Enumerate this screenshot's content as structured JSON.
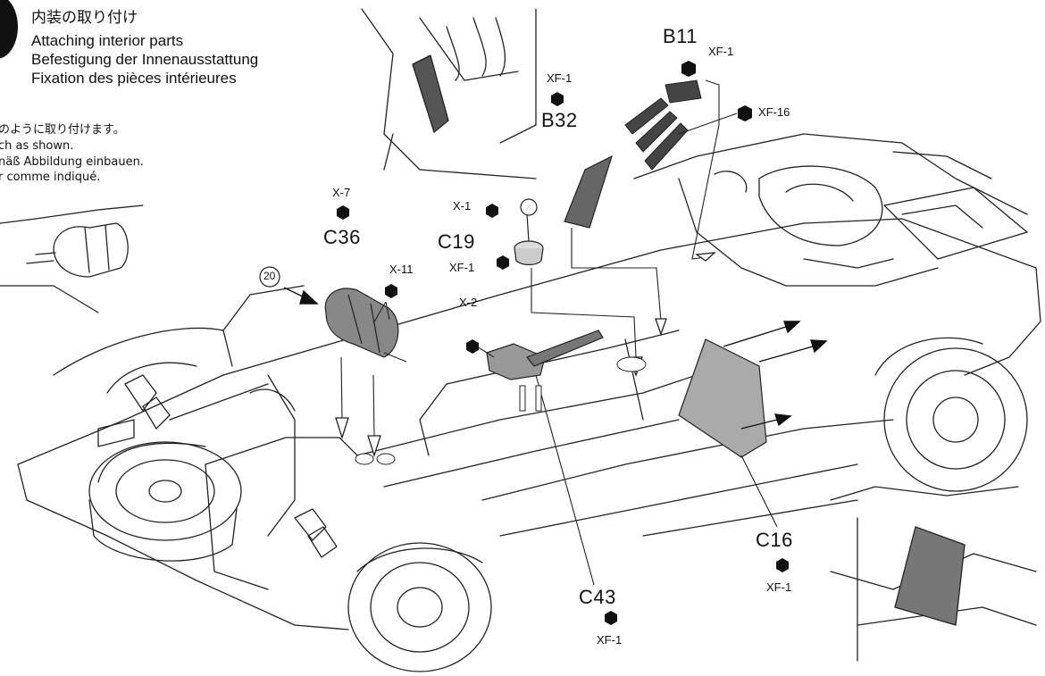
{
  "step": {
    "title_jp": "内装の取り付け",
    "title_en": "Attaching interior parts",
    "title_de": "Befestigung der Innenausstattung",
    "title_fr": "Fixation des pièces intérieures"
  },
  "note": {
    "jp": "のように取り付けます。",
    "en": "ch as shown.",
    "de": "näß Abbildung einbauen.",
    "fr": "r comme indiqué."
  },
  "parts": {
    "b11": {
      "label": "B11",
      "paint": "XF-1",
      "paint2": "XF-16"
    },
    "b32": {
      "label": "B32",
      "paint": "XF-1"
    },
    "c36": {
      "label": "C36",
      "paint": "X-7",
      "paint2": "X-11"
    },
    "c19": {
      "label": "C19",
      "paint": "X-1",
      "paint2": "XF-1"
    },
    "x2": {
      "paint": "X-2"
    },
    "c16": {
      "label": "C16",
      "paint": "XF-1"
    },
    "c43": {
      "label": "C43",
      "paint": "XF-1"
    },
    "ref": {
      "label": "20"
    }
  }
}
